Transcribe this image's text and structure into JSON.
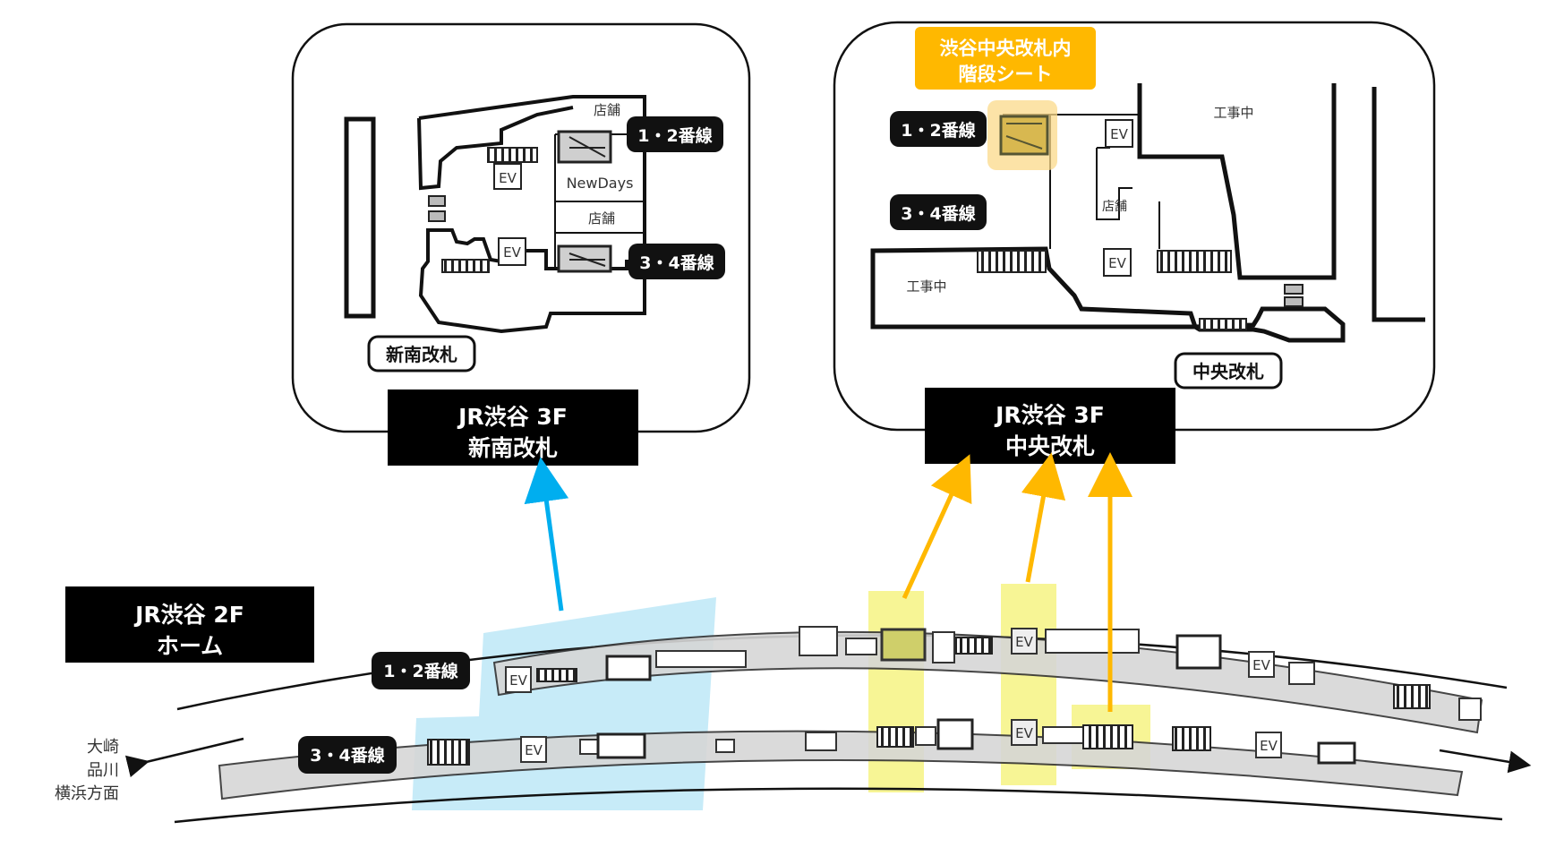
{
  "colors": {
    "accent_blue": "#00aeef",
    "accent_orange": "#ffb800",
    "highlight_yellow": "#f5f27a",
    "highlight_blue": "#bde7f7",
    "platform_gray": "#d6d6d6",
    "label_black": "#111111"
  },
  "floor3_south": {
    "title_line1": "JR渋谷 3F",
    "title_line2": "新南改札",
    "gate_label": "新南改札",
    "platform12": "1・2番線",
    "platform34": "3・4番線",
    "shop_top": "店舗",
    "newdays": "NewDays",
    "shop_mid": "店舗",
    "ev1": "EV",
    "ev2": "EV"
  },
  "floor3_central": {
    "title_line1": "JR渋谷 3F",
    "title_line2": "中央改札",
    "gate_label": "中央改札",
    "callout_line1": "渋谷中央改札内",
    "callout_line2": "階段シート",
    "platform12": "1・2番線",
    "platform34": "3・4番線",
    "construction1": "工事中",
    "construction2": "工事中",
    "shop": "店舗",
    "ev1": "EV",
    "ev2": "EV"
  },
  "floor2": {
    "title_line1": "JR渋谷 2F",
    "title_line2": "ホーム",
    "platform12": "1・2番線",
    "platform34": "3・4番線",
    "direction_line1": "大崎",
    "direction_line2": "品川",
    "direction_line3": "横浜方面",
    "ev_labels": [
      "EV",
      "EV",
      "EV",
      "EV",
      "EV",
      "EV"
    ]
  }
}
